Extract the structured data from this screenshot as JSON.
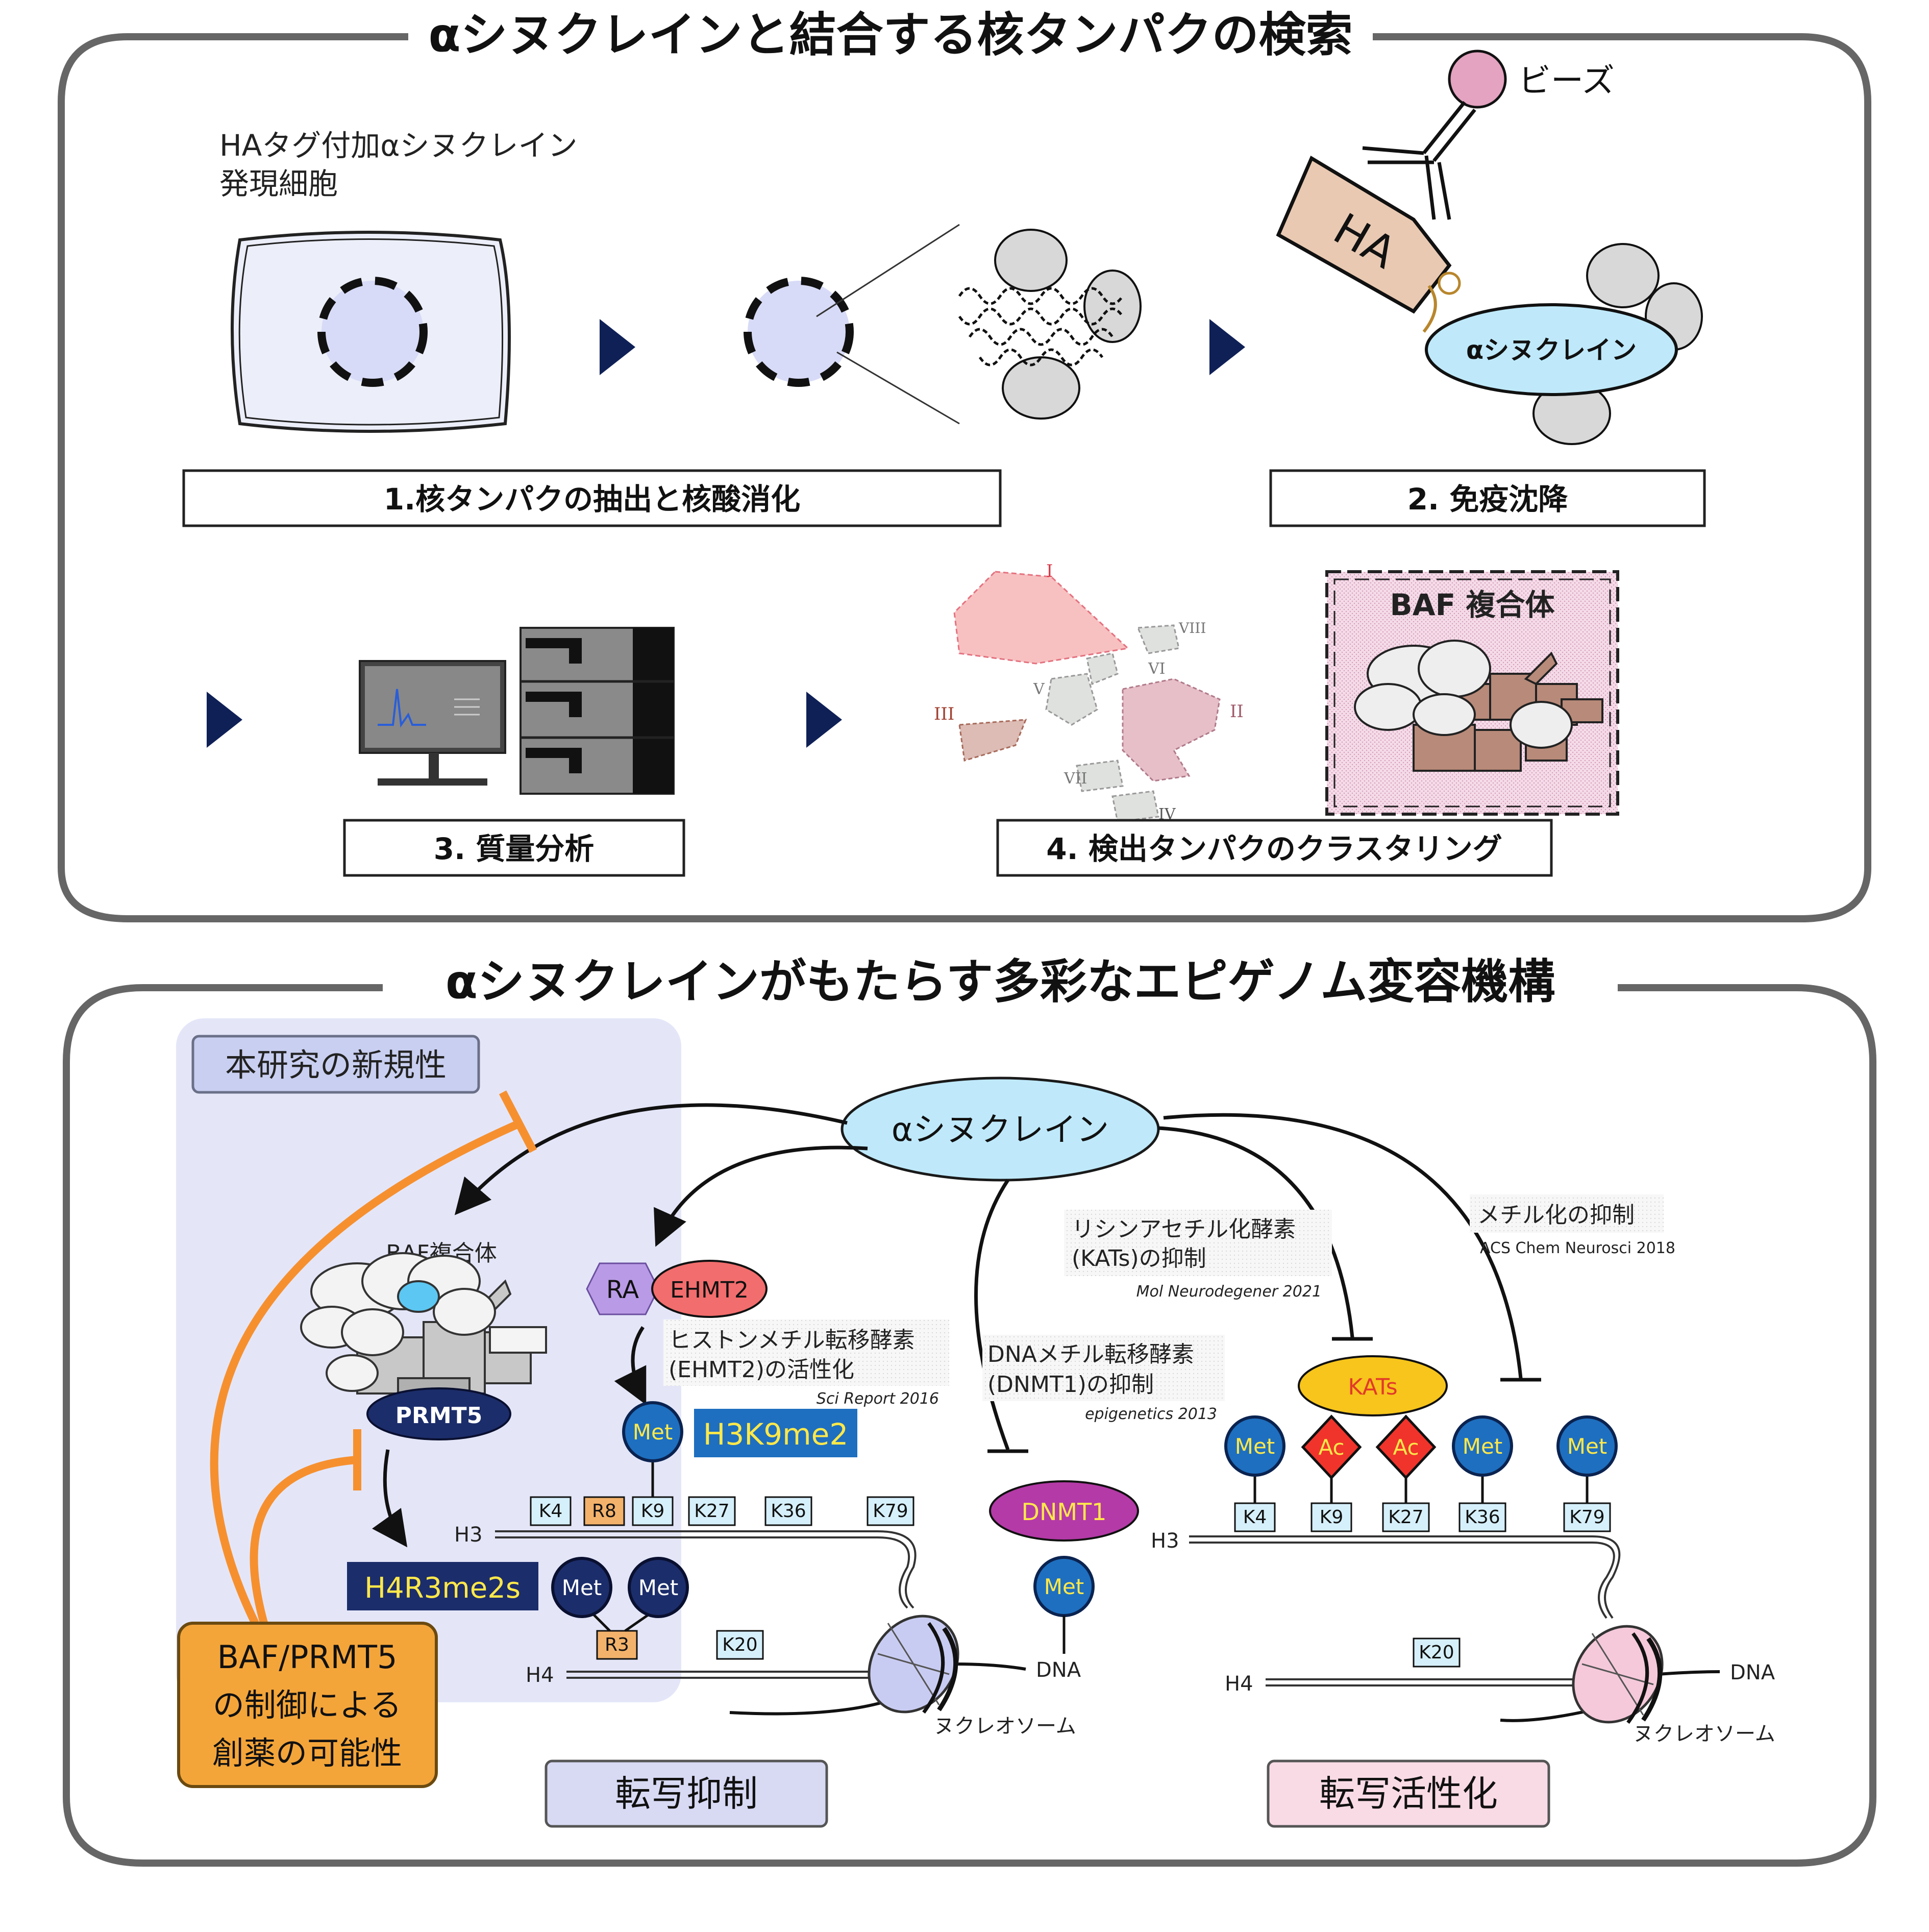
{
  "colors": {
    "panel_border": "#666666",
    "navy": "#0f2056",
    "cell_fill": "#eceef9",
    "nucleus_fill": "#d7dbf7",
    "protein_gray": "#d8d8d8",
    "ha_tag": "#e9c9b2",
    "bead_pink": "#e4a3c0",
    "asyn_blue": "#bfe9fb",
    "met_blue": "#1e6fbf",
    "met_text": "#ffe84a",
    "orange": "#f6902f",
    "orange_box": "#f4a53a",
    "novelty_bg": "#e4e6f8",
    "residue_box": "#d6f0fb",
    "r_box": "#f3b26b",
    "ac_red": "#f0342b",
    "kats_yellow": "#f7c51b",
    "dnmt1_purple": "#b43aa7",
    "ehmt2_red": "#f26d6d",
    "ra_purple": "#b99ae6",
    "prmt5_navy": "#1c2d6b",
    "repress_bg": "#d8daf4",
    "activate_bg": "#f9dbe6",
    "baf_brown": "#b88a79",
    "cluster_I": "#f7b7b7",
    "cluster_II": "#e7bfc9",
    "cluster_III": "#dcbcb5",
    "cluster_gray": "#dfe1de"
  },
  "icons": [
    "arrow-right-icon",
    "computer-monitor-icon",
    "mass-spectrometer-icon",
    "bead-icon",
    "antibody-icon",
    "ha-tag-icon",
    "nucleosome-icon",
    "baf-complex-icon"
  ],
  "top_panel": {
    "title": "αシヌクレインと結合する核タンパクの検索",
    "cell_label_line1": "HAタグ付加αシヌクレイン",
    "cell_label_line2": "発現細胞",
    "bead_label": "ビーズ",
    "ha_label": "HA",
    "asyn_label": "αシヌクレイン",
    "step1": "1.核タンパクの抽出と核酸消化",
    "step2": "2. 免疫沈降",
    "step3": "3. 質量分析",
    "step4": "4. 検出タンパクのクラスタリング",
    "cluster_labels": [
      "I",
      "II",
      "III",
      "IV",
      "V",
      "VI",
      "VII",
      "VIII"
    ],
    "baf_title": "BAF 複合体"
  },
  "bottom_panel": {
    "title": "αシヌクレインがもたらす多彩なエピゲノム変容機構",
    "novelty_label": "本研究の新規性",
    "asyn_label": "αシヌクレイン",
    "baf_label": "BAF複合体",
    "prmt5_label": "PRMT5",
    "h4r3_label": "H4R3me2s",
    "ra_label": "RA",
    "ehmt2_label": "EHMT2",
    "ehmt2_note_line1": "ヒストンメチル転移酵素",
    "ehmt2_note_line2": "(EHMT2)の活性化",
    "ehmt2_ref": "Sci Report 2016",
    "h3k9_label": "H3K9me2",
    "dnmt_note_line1": "DNAメチル転移酵素",
    "dnmt_note_line2": "(DNMT1)の抑制",
    "dnmt_ref": "epigenetics 2013",
    "dnmt1_label": "DNMT1",
    "kats_note_line1": "リシンアセチル化酵素",
    "kats_note_line2": "(KATs)の抑制",
    "kats_ref": "Mol Neurodegener 2021",
    "methyl_note": "メチル化の抑制",
    "methyl_ref": "ACS Chem Neurosci 2018",
    "kats_label": "KATs",
    "met_label": "Met",
    "ac_label": "Ac",
    "h3_label": "H3",
    "h4_label": "H4",
    "dna_label": "DNA",
    "nucleosome_label": "ヌクレオソーム",
    "left_h3_residues": [
      "K4",
      "R8",
      "K9",
      "K27",
      "K36",
      "K79"
    ],
    "left_h4_residues": [
      "R3",
      "K20"
    ],
    "right_h3_residues": [
      "K4",
      "K9",
      "K27",
      "K36",
      "K79"
    ],
    "right_h4_residues": [
      "K20"
    ],
    "drug_line1": "BAF/PRMT5",
    "drug_line2": "の制御による",
    "drug_line3": "創薬の可能性",
    "repress_label": "転写抑制",
    "activate_label": "転写活性化"
  }
}
